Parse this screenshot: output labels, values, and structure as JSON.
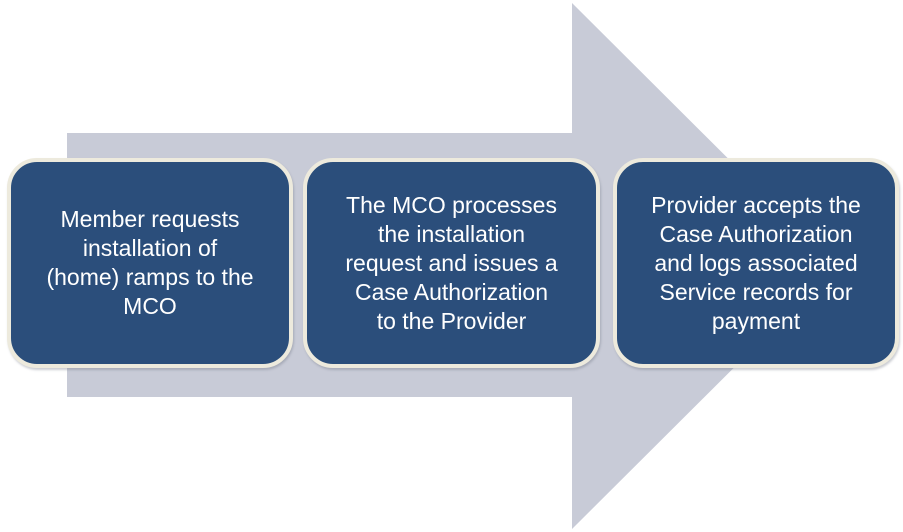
{
  "diagram": {
    "type": "process-flow",
    "arrow_direction": "right",
    "colors": {
      "background": "#FFFFFF",
      "arrow_fill": "#C8CBD7",
      "box_fill": "#2B4E7B",
      "box_border": "#EDEADD",
      "box_text": "#FFFFFF"
    },
    "steps": [
      {
        "text": "Member requests\ninstallation of\n(home) ramps to the\nMCO"
      },
      {
        "text": "The MCO processes\nthe installation\nrequest and issues a\nCase Authorization\nto the Provider"
      },
      {
        "text": "Provider accepts the\nCase Authorization\nand logs associated\nService records for\npayment"
      }
    ]
  }
}
